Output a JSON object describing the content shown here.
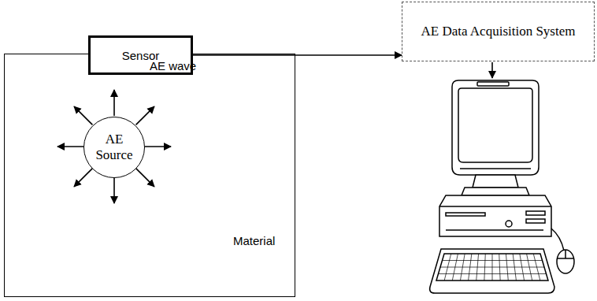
{
  "diagram": {
    "nodes": [
      {
        "text": [
          "Material"
        ]
      },
      {
        "text": [
          "AE Source"
        ],
        "in": 0
      },
      {
        "text": [
          "Sensor"
        ]
      },
      {
        "text": [
          "AE Data Acquisition System"
        ]
      }
    ],
    "edges": [
      {
        "from": 2,
        "to": 3,
        "arrow": "to"
      }
    ],
    "labels": [
      "AE wave"
    ]
  }
}
